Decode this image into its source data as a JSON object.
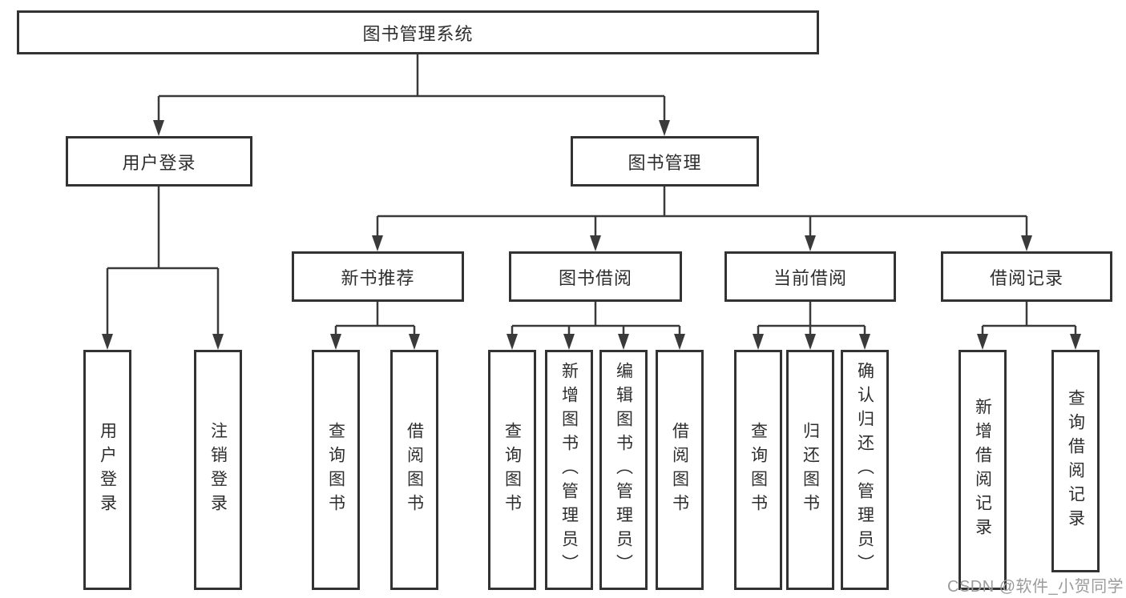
{
  "colors": {
    "line": "#3a3a3a",
    "box_border": "#333333",
    "text": "#2e2e2e",
    "watermark": "#9b9b9d",
    "background": "#ffffff"
  },
  "tree": {
    "label": "图书管理系统",
    "children": [
      {
        "label": "用户登录",
        "children": [
          {
            "label": "用户登录"
          },
          {
            "label": "注销登录"
          }
        ]
      },
      {
        "label": "图书管理",
        "children": [
          {
            "label": "新书推荐",
            "children": [
              {
                "label": "查询图书"
              },
              {
                "label": "借阅图书"
              }
            ]
          },
          {
            "label": "图书借阅",
            "children": [
              {
                "label": "查询图书"
              },
              {
                "label": "新增图书（管理员）"
              },
              {
                "label": "编辑图书（管理员）"
              },
              {
                "label": "借阅图书"
              }
            ]
          },
          {
            "label": "当前借阅",
            "children": [
              {
                "label": "查询图书"
              },
              {
                "label": "归还图书"
              },
              {
                "label": "确认归还（管理员）"
              }
            ]
          },
          {
            "label": "借阅记录",
            "children": [
              {
                "label": "新增借阅记录"
              },
              {
                "label": "查询借阅记录"
              }
            ]
          }
        ]
      }
    ]
  },
  "watermark": "CSDN @软件_小贺同学"
}
